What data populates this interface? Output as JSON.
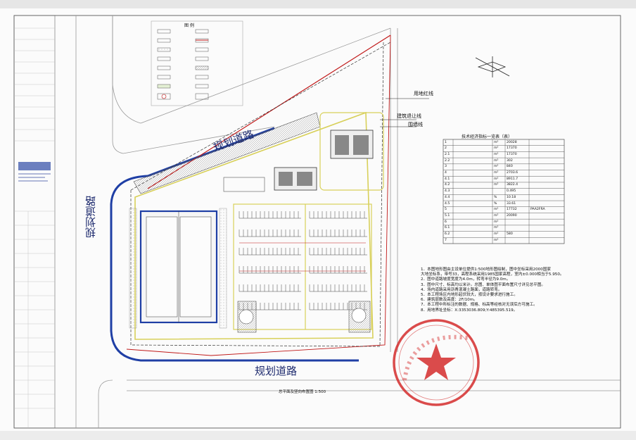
{
  "roads": {
    "north": "规划道路",
    "west": "规划道路",
    "south": "规划道路"
  },
  "callouts": {
    "red_line": "用地红线",
    "setback_line": "建筑退让线",
    "wall_line": "围墙线"
  },
  "legend": {
    "title": "图 例"
  },
  "table": {
    "title": "技术经济指标一览表（表）",
    "rows": [
      {
        "no": "1",
        "unit": "m²",
        "value": "20028",
        "note": ""
      },
      {
        "no": "2",
        "unit": "m²",
        "value": "17370",
        "note": ""
      },
      {
        "no": "2.1",
        "unit": "m²",
        "value": "17370",
        "note": ""
      },
      {
        "no": "2.2",
        "unit": "m²",
        "value": "302",
        "note": ""
      },
      {
        "no": "3",
        "unit": "m²",
        "value": "840",
        "note": ""
      },
      {
        "no": "4",
        "unit": "m²",
        "value": "2703.6",
        "note": ""
      },
      {
        "no": "4.1",
        "unit": "m²",
        "value": "8911.7",
        "note": ""
      },
      {
        "no": "4.2",
        "unit": "m²",
        "value": "3822.4",
        "note": ""
      },
      {
        "no": "4.3",
        "unit": "",
        "value": "0.495",
        "note": ""
      },
      {
        "no": "4.4",
        "unit": "%",
        "value": "10.18",
        "note": ""
      },
      {
        "no": "4.5",
        "unit": "%",
        "value": "33.61",
        "note": ""
      },
      {
        "no": "5",
        "unit": "m²",
        "value": "17732",
        "note": "PAA2FRA"
      },
      {
        "no": "5.1",
        "unit": "m²",
        "value": "20090",
        "note": ""
      },
      {
        "no": "6",
        "unit": "m²",
        "value": "",
        "note": ""
      },
      {
        "no": "6.1",
        "unit": "m²",
        "value": "",
        "note": ""
      },
      {
        "no": "6.2",
        "unit": "m²",
        "value": "580",
        "note": ""
      },
      {
        "no": "7",
        "unit": "m²",
        "value": "",
        "note": ""
      }
    ]
  },
  "notes": [
    "1．本图地形图由主设单位提供1:500地形图绘制，图中坐标采用2000国家",
    "大地坐标系，带号33，高程系统采用1985国家高程，室内±0.000相当于5.950。",
    "2．图中道路坡度宽度为4.0m，转弯半径为9.0m。",
    "3．图中尺寸、标高均以米计。总图、单体图平面布置尺寸详见总平图。",
    "4．场内道路采用沥青混凝土路面，道路转弯。",
    "5．本工程场区内地形起伏较大，按设计要求进行施工。",
    "6．建筑层数及高度：2F/10m。",
    "7．本工程中所标注的数据、规格、标高等经核对无误后方可施工。",
    "8．用地界址坐标：X:3353036.809;Y:485395.519。"
  ],
  "drawing_title": "总平面及竖向布置图 1:500",
  "colors": {
    "road_blue": "#1f3fa5",
    "red_line": "#c01818",
    "stamp_red": "#d42b2b",
    "curb_yellow": "#d8d05a",
    "green_hatch": "#5c8f3a"
  }
}
